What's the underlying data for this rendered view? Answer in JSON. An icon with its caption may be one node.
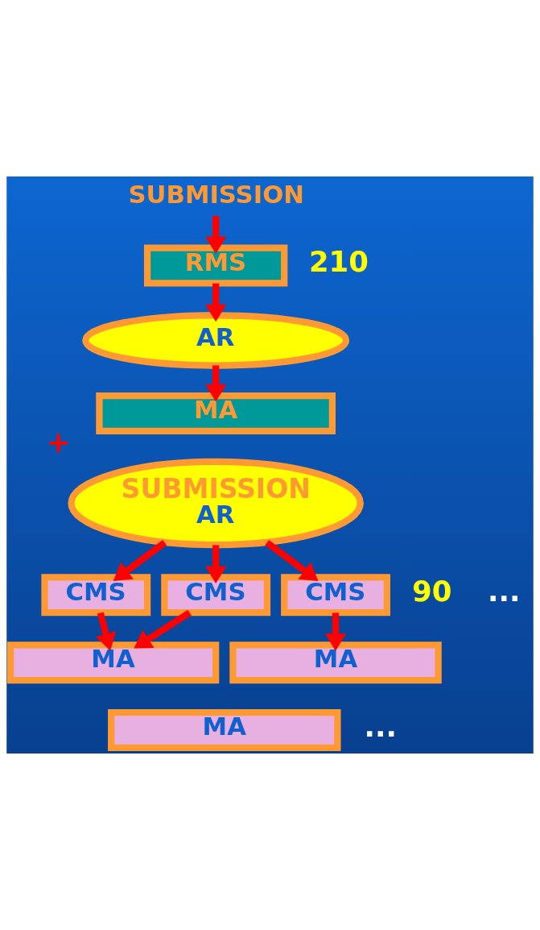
{
  "diagram": {
    "nodes": [
      {
        "text": [
          "SUBMISSION"
        ]
      },
      {
        "text": [
          "RMS"
        ]
      },
      {
        "text": [
          "AR"
        ]
      },
      {
        "text": [
          "MA"
        ]
      },
      {
        "text": [
          "SUBMISSION",
          "AR"
        ],
        "beside": [
          "+"
        ]
      },
      {
        "text": [
          "CMS"
        ]
      },
      {
        "text": [
          "CMS"
        ]
      },
      {
        "text": [
          "CMS"
        ]
      },
      {
        "text": [
          "MA"
        ]
      },
      {
        "text": [
          "MA"
        ]
      },
      {
        "text": [
          "MA"
        ]
      }
    ],
    "edges": [
      {
        "from": 0,
        "to": 1,
        "arrow": "to"
      },
      {
        "from": 1,
        "to": 2,
        "arrow": "to"
      },
      {
        "from": 2,
        "to": 3,
        "arrow": "to"
      },
      {
        "from": 4,
        "to": 5,
        "arrow": "to"
      },
      {
        "from": 4,
        "to": 6,
        "arrow": "to"
      },
      {
        "from": 4,
        "to": 7,
        "arrow": "to"
      },
      {
        "from": 5,
        "to": 8,
        "arrow": "to"
      },
      {
        "from": 6,
        "to": 8,
        "arrow": "to"
      },
      {
        "from": 7,
        "to": 9,
        "arrow": "to"
      }
    ],
    "labels": [
      "210",
      "90",
      "...",
      "..."
    ]
  }
}
